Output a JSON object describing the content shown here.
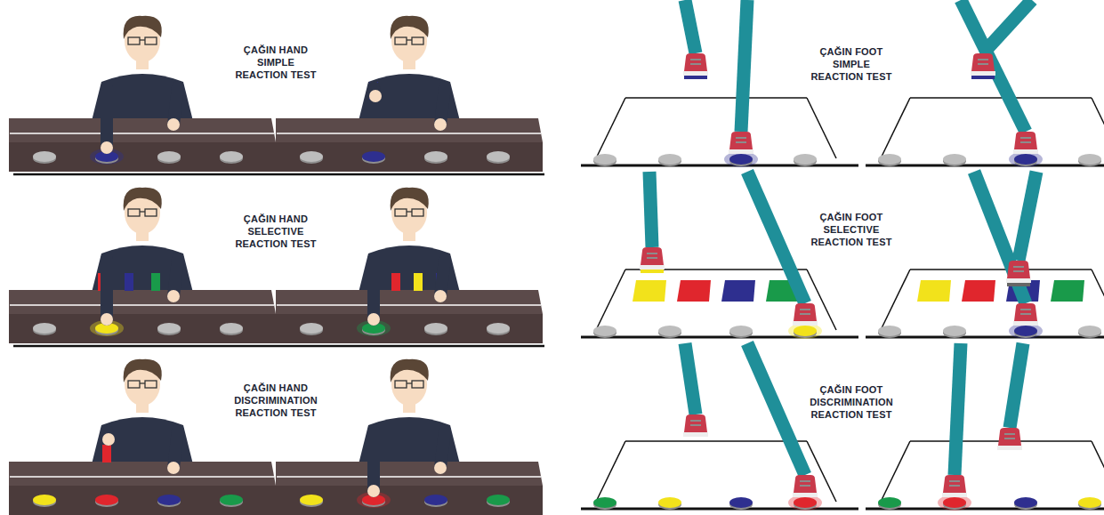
{
  "diagram": {
    "labels": [
      "ÇAĞIN HAND SIMPLE REACTION TEST",
      "ÇAĞIN FOOT SIMPLE REACTION TEST",
      "ÇAĞIN HAND SELECTIVE REACTION TEST",
      "ÇAĞIN FOOT SELECTIVE REACTION TEST",
      "ÇAĞIN HAND DISCRIMINATION REACTION TEST",
      "ÇAĞIN FOOT DISCRIMINATION REACTION TEST"
    ]
  }
}
